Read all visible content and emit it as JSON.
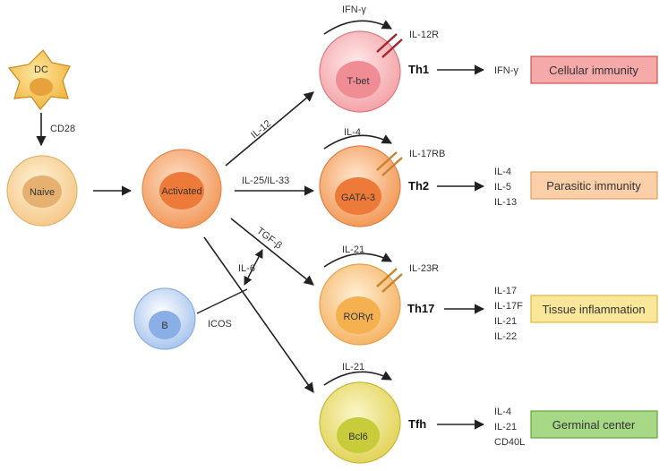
{
  "cells": {
    "dc": "DC",
    "naive": "Naive",
    "activated": "Activated",
    "b": "B",
    "th1_tf": "T-bet",
    "th2_tf": "GATA-3",
    "th17_tf": "RORγt",
    "tfh_tf": "Bcl6"
  },
  "labels": {
    "cd28": "CD28",
    "il12": "IL-12",
    "il25_il33": "IL-25/IL-33",
    "tgfb": "TGF-β",
    "il6": "IL-6",
    "icos": "ICOS"
  },
  "autocrine": {
    "th1": "IFN-γ",
    "th2": "IL-4",
    "th17": "IL-21",
    "tfh": "IL-21"
  },
  "receptors": {
    "th1": "IL-12R",
    "th2": "IL-17RB",
    "th17": "IL-23R"
  },
  "subsets": {
    "th1": "Th1",
    "th2": "Th2",
    "th17": "Th17",
    "tfh": "Tfh"
  },
  "cytokines": {
    "th1": [
      "IFN-γ"
    ],
    "th2": [
      "IL-4",
      "IL-5",
      "IL-13"
    ],
    "th17": [
      "IL-17",
      "IL-17F",
      "IL-21",
      "IL-22"
    ],
    "tfh": [
      "IL-4",
      "IL-21",
      "CD40L"
    ]
  },
  "outcomes": {
    "th1": "Cellular immunity",
    "th2": "Parasitic immunity",
    "th17": "Tissue inflammation",
    "tfh": "Germinal center"
  },
  "colors": {
    "th1_box": "#f6a9a9",
    "th2_box": "#fbd0a8",
    "th17_box": "#fbe79a",
    "tfh_box": "#a6d886",
    "arrow": "#222222",
    "receptor_th1": "#a3262e",
    "receptor_other": "#c9822d"
  }
}
